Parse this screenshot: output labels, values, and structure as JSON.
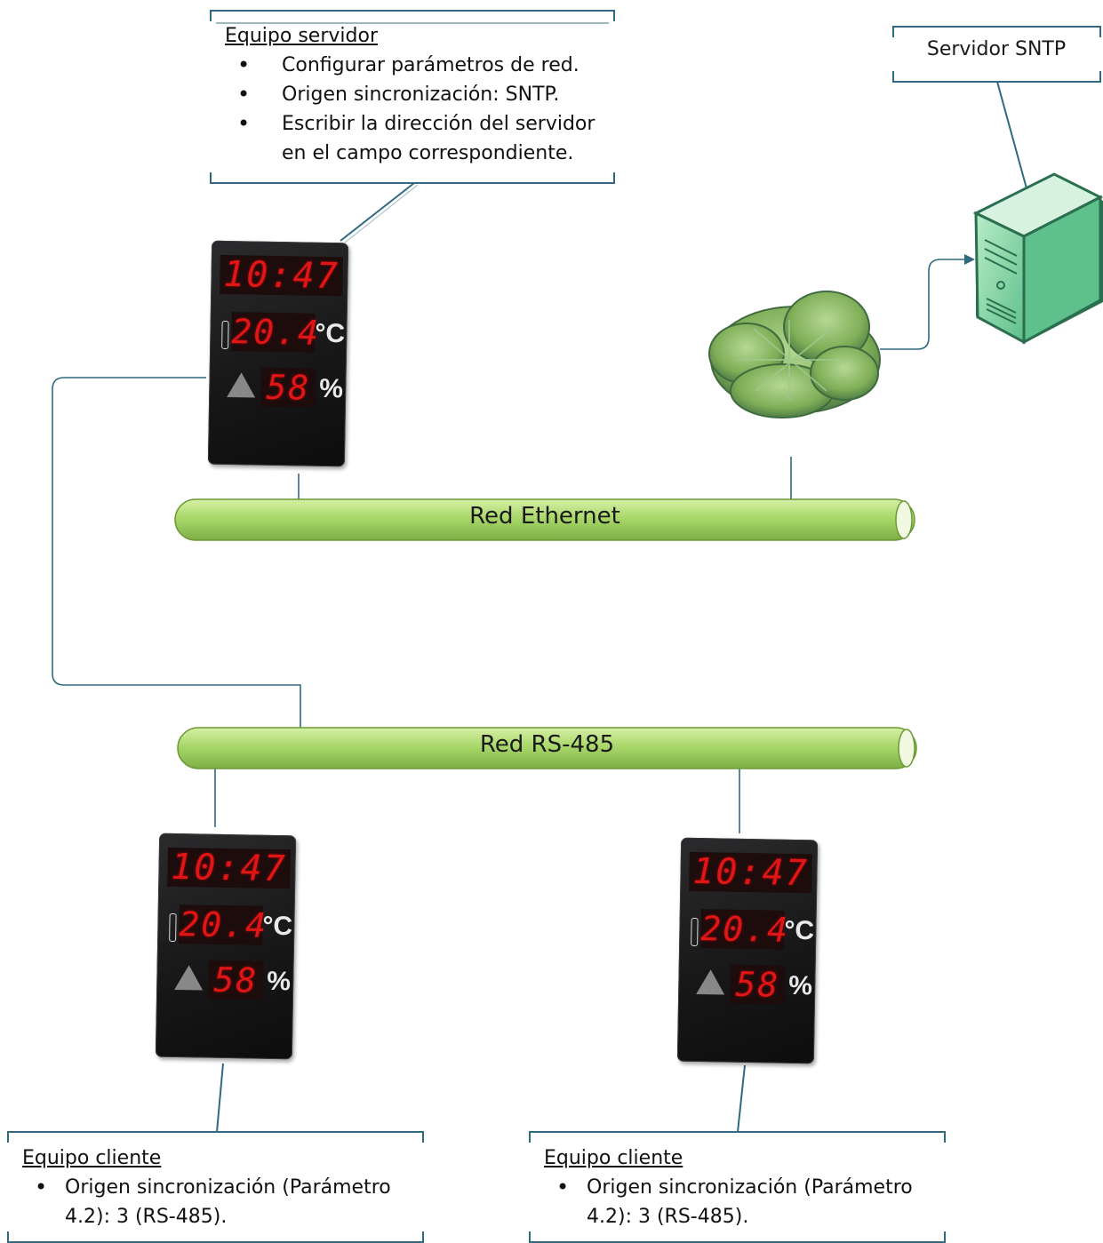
{
  "server_note": {
    "title": "Equipo servidor",
    "items": [
      "Configurar parámetros de red.",
      "Origen sincronización: SNTP.",
      "Escribir la dirección del servidor en el campo correspondiente."
    ]
  },
  "sntp_label": "Servidor SNTP",
  "networks": {
    "ethernet": "Red Ethernet",
    "rs485": "Red RS-485"
  },
  "display": {
    "time": "10:47",
    "temperature": "20.4",
    "temperature_unit": "°C",
    "humidity": "58",
    "humidity_unit": "%"
  },
  "client_notes": [
    {
      "title": "Equipo cliente",
      "items": [
        "Origen sincronización (Parámetro 4.2): 3 (RS-485)."
      ]
    },
    {
      "title": "Equipo cliente",
      "items": [
        "Origen sincronización (Parámetro 4.2): 3 (RS-485)."
      ]
    }
  ],
  "colors": {
    "connector": "#2f6a80",
    "pipe": "#a9d86a",
    "display_red": "#e01515",
    "server_green": "#5ec08a"
  }
}
